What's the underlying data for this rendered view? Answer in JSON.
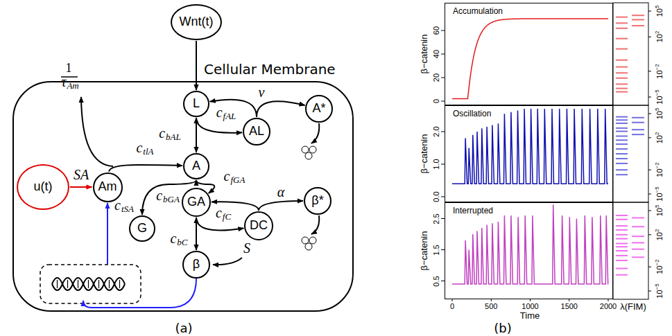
{
  "diagram": {
    "nodes": [
      {
        "text": [
          "Wnt(t)"
        ]
      },
      {
        "text": [
          "Cellular Membrane"
        ]
      },
      {
        "text": [
          "L"
        ],
        "in": 1
      },
      {
        "text": [
          "A*"
        ],
        "in": 1
      },
      {
        "text": [
          "AL"
        ],
        "in": 1
      },
      {
        "text": [
          "A"
        ],
        "in": 1
      },
      {
        "text": [
          "u(t)"
        ],
        "in": 1
      },
      {
        "text": [
          "Am"
        ],
        "in": 1
      },
      {
        "text": [
          "GA"
        ],
        "in": 1
      },
      {
        "text": [
          "β*"
        ],
        "in": 1
      },
      {
        "text": [
          "G"
        ],
        "in": 1
      },
      {
        "text": [
          "DC"
        ],
        "in": 1
      },
      {
        "text": [
          "β"
        ],
        "in": 1
      },
      {
        "text": [
          "Accumulation"
        ]
      },
      {
        "text": [
          "Oscillation"
        ]
      },
      {
        "text": [
          "Interrupted"
        ]
      }
    ],
    "edges": [
      {
        "from": 0,
        "to": 2,
        "arrow": "to"
      },
      {
        "from": 2,
        "to": 5,
        "label": "cbAL",
        "arrow": "both"
      },
      {
        "from": 2,
        "to": 4,
        "label": "cfAL",
        "arrow": "to"
      },
      {
        "from": 4,
        "to": 2,
        "label": "ν",
        "arrow": "to"
      },
      {
        "from": 4,
        "to": 3,
        "arrow": "to"
      },
      {
        "from": 7,
        "to": 5,
        "label": "ctlA",
        "arrow": "to"
      },
      {
        "from": 6,
        "to": 7,
        "label": "SA",
        "arrow": "to"
      },
      {
        "from": 5,
        "to": 10,
        "label": "cbGA",
        "arrow": "both"
      },
      {
        "from": 5,
        "to": 8,
        "label": "cfGA",
        "arrow": "to"
      },
      {
        "from": 8,
        "to": 12,
        "label": "cbC",
        "arrow": "both"
      },
      {
        "from": 8,
        "to": 11,
        "label": "cfC",
        "arrow": "to"
      },
      {
        "from": 11,
        "to": 8,
        "label": "α",
        "arrow": "to"
      },
      {
        "from": 11,
        "to": 9,
        "arrow": "to"
      }
    ],
    "labels": [
      "1",
      "τAm",
      "ctSA",
      "S",
      "(a)",
      "(b)",
      "β−catenin",
      "β−catenin",
      "β−catenin",
      "0",
      "20",
      "40",
      "60",
      "0.0",
      "1.0",
      "2.0",
      "0.5",
      "1.5",
      "2.5",
      "0",
      "500",
      "1000",
      "1500",
      "2000",
      "Time",
      "λ(FIM)",
      "10",
      "5",
      "10",
      "2",
      "10",
      "−2",
      "10",
      "−5",
      "10",
      "5",
      "10",
      "2",
      "10",
      "−2",
      "10",
      "−5",
      "10",
      "5",
      "10",
      "2",
      "10",
      "−2",
      "10",
      "−5"
    ]
  }
}
